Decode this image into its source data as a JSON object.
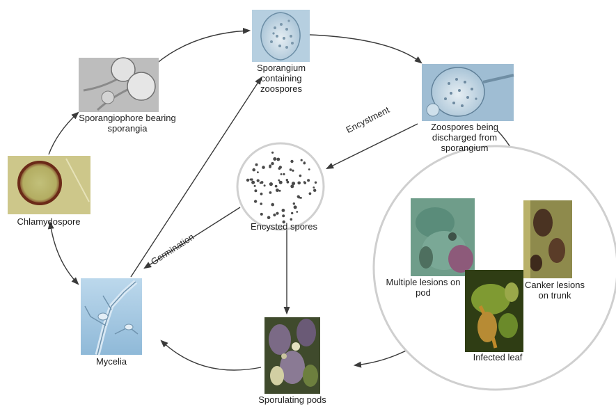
{
  "stages": {
    "sporangium": "Sporangium containing zoospores",
    "zoospores_discharged": "Zoospores being discharged from sporangium",
    "sporangiophore": "Sporangiophore bearing sporangia",
    "chlamydospore": "Chlamydospore",
    "encysted_spores": "Encysted spores",
    "mycelia": "Mycelia",
    "sporulating_pods": "Sporulating pods"
  },
  "symptoms": {
    "pod_lesions": "Multiple lesions on pod",
    "canker_lesions": "Canker lesions on trunk",
    "infected_leaf": "Infected leaf"
  },
  "transitions": {
    "encystment": "Encystment",
    "germination": "Germination"
  },
  "colors": {
    "arrow": "#3a3a3a",
    "micrograph_blue": "#9cc3de",
    "chlamydospore_bg": "#c9c27e",
    "pod_purple": "#6a5a76",
    "leaf_green": "#6f8c3b",
    "spore_dot": "#4a4a4a"
  }
}
